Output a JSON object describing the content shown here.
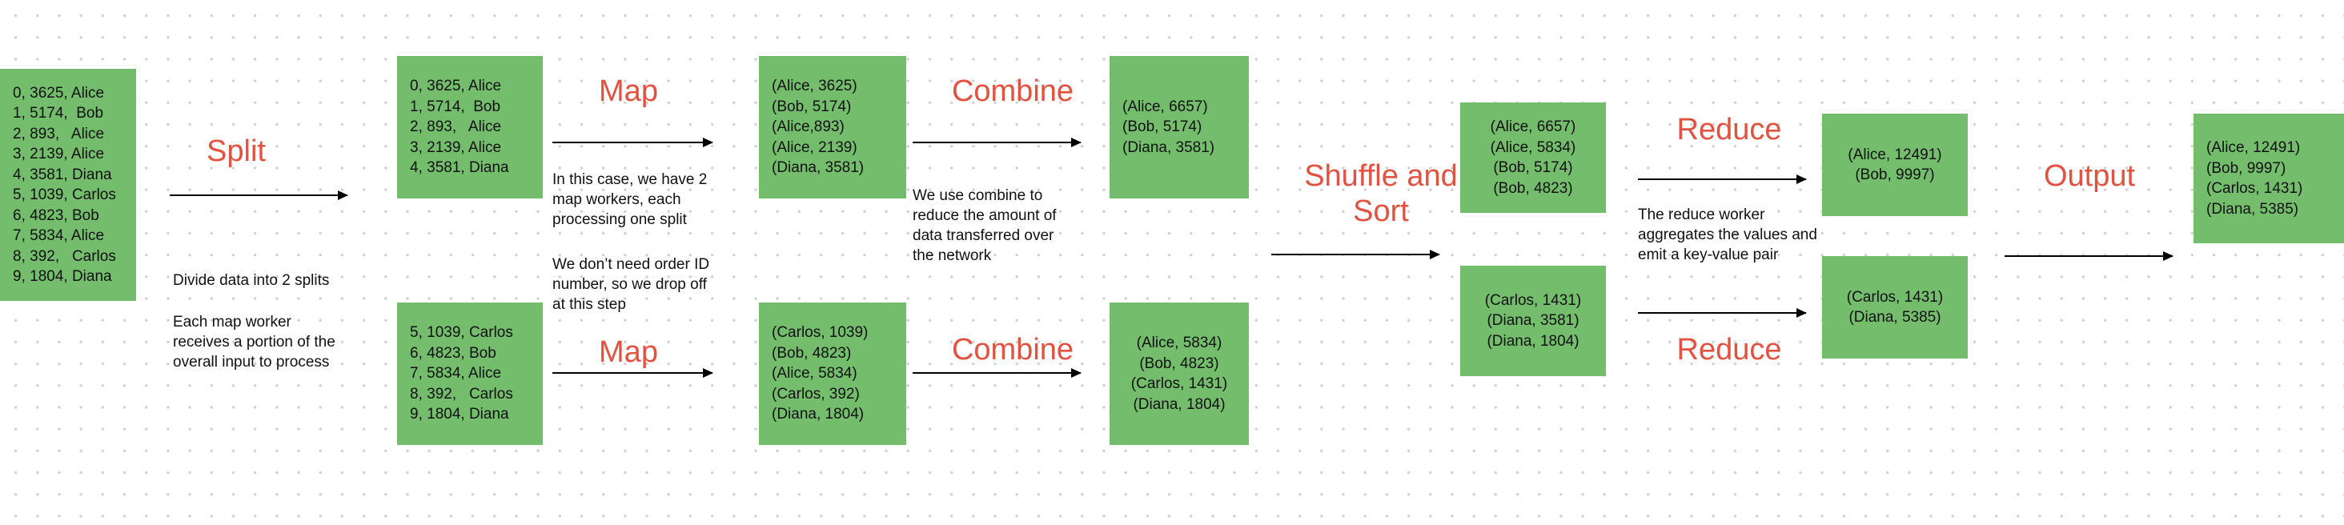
{
  "diagram": {
    "title": "MapReduce pipeline",
    "accent_color": "#e15241",
    "box_color": "#74bd6d",
    "text_color": "#111111",
    "background_color": "#ffffff",
    "dot_grid_color": "#cfcfcf"
  },
  "boxes": {
    "input": {
      "name": "input-data",
      "lines": [
        "0, 3625, Alice",
        "1, 5174,  Bob",
        "2, 893,   Alice",
        "3, 2139, Alice",
        "4, 3581, Diana",
        "5, 1039, Carlos",
        "6, 4823, Bob",
        "7, 5834, Alice",
        "8, 392,   Carlos",
        "9, 1804, Diana"
      ]
    },
    "split_top": {
      "name": "split-1",
      "lines": [
        "0, 3625, Alice",
        "1, 5714,  Bob",
        "2, 893,   Alice",
        "3, 2139, Alice",
        "4, 3581, Diana"
      ]
    },
    "split_bottom": {
      "name": "split-2",
      "lines": [
        "5, 1039, Carlos",
        "6, 4823, Bob",
        "7, 5834, Alice",
        "8, 392,   Carlos",
        "9, 1804, Diana"
      ]
    },
    "map_top": {
      "name": "map-output-1",
      "lines": [
        "(Alice, 3625)",
        "(Bob, 5174)",
        "(Alice,893)",
        "(Alice, 2139)",
        "(Diana, 3581)"
      ]
    },
    "map_bottom": {
      "name": "map-output-2",
      "lines": [
        "(Carlos, 1039)",
        "(Bob, 4823)",
        "(Alice, 5834)",
        "(Carlos, 392)",
        "(Diana, 1804)"
      ]
    },
    "combine_top": {
      "name": "combine-output-1",
      "lines": [
        "(Alice, 6657)",
        "(Bob, 5174)",
        "(Diana, 3581)"
      ]
    },
    "combine_bottom": {
      "name": "combine-output-2",
      "lines": [
        "(Alice, 5834)",
        "(Bob, 4823)",
        "(Carlos, 1431)",
        "(Diana, 1804)"
      ]
    },
    "shuffle_top": {
      "name": "shuffle-output-1",
      "lines": [
        "(Alice, 6657)",
        "(Alice, 5834)",
        "(Bob, 5174)",
        "(Bob, 4823)"
      ]
    },
    "shuffle_bottom": {
      "name": "shuffle-output-2",
      "lines": [
        "(Carlos, 1431)",
        "(Diana, 3581)",
        "(Diana, 1804)"
      ]
    },
    "reduce_top": {
      "name": "reduce-output-1",
      "lines": [
        "(Alice, 12491)",
        "(Bob, 9997)"
      ]
    },
    "reduce_bottom": {
      "name": "reduce-output-2",
      "lines": [
        "(Carlos, 1431)",
        "(Diana, 5385)"
      ]
    },
    "final_output": {
      "name": "final-output",
      "lines": [
        "(Alice, 12491)",
        "(Bob, 9997)",
        "(Carlos, 1431)",
        "(Diana, 5385)"
      ]
    }
  },
  "stages": {
    "split": {
      "label": "Split"
    },
    "map_top": {
      "label": "Map"
    },
    "map_bottom": {
      "label": "Map"
    },
    "combine_top": {
      "label": "Combine"
    },
    "combine_bottom": {
      "label": "Combine"
    },
    "shuffle_sort": {
      "label": "Shuffle and\nSort"
    },
    "reduce_top": {
      "label": "Reduce"
    },
    "reduce_bottom": {
      "label": "Reduce"
    },
    "output": {
      "label": "Output"
    }
  },
  "notes": {
    "split_1": "Divide data into 2 splits",
    "split_2": "Each map worker\nreceives a portion of the\noverall input to process",
    "map_1": "In this case, we have 2\nmap workers, each\nprocessing one split",
    "map_2": "We don’t need order ID\nnumber, so we drop off\nat this step",
    "combine_1": "We use combine to\nreduce the amount of\ndata transferred over\nthe network",
    "reduce_1": "The reduce worker\naggregates the values and\nemit a key-value pair"
  }
}
